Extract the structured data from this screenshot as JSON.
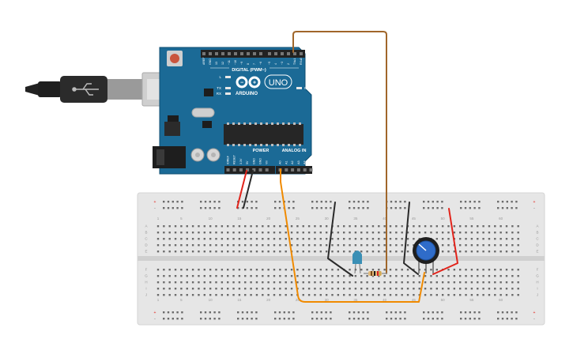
{
  "board": {
    "brand": "ARDUINO",
    "model": "UNO",
    "digital_header": "DIGITAL (PWM~)",
    "power_header": "POWER",
    "analog_header": "ANALOG IN",
    "on_label": "ON",
    "led_labels": [
      "L",
      "TX",
      "RX"
    ],
    "digital_pins": [
      "AREF",
      "GND",
      "13",
      "12",
      "~11",
      "~10",
      "~9",
      "8",
      "7",
      "~6",
      "~5",
      "4",
      "~3",
      "2",
      "TX▸1",
      "RX◂0"
    ],
    "power_pins": [
      "IOREF",
      "RESET",
      "3.3V",
      "5V",
      "GND",
      "GND",
      "Vin"
    ],
    "analog_pins": [
      "A0",
      "A1",
      "A2",
      "A3",
      "A4",
      "A5"
    ]
  },
  "breadboard": {
    "column_numbers": [
      "1",
      "5",
      "10",
      "15",
      "20",
      "25",
      "30",
      "35",
      "40",
      "45",
      "50",
      "55",
      "60"
    ],
    "row_letters_top": [
      "A",
      "B",
      "C",
      "D",
      "E"
    ],
    "row_letters_bottom": [
      "F",
      "G",
      "H",
      "I",
      "J"
    ],
    "rail_signs": [
      "+",
      "-"
    ]
  },
  "colors": {
    "board": "#1b6a96",
    "breadboard": "#e6e6e6",
    "wire_orange": "#f08a00",
    "wire_brown": "#a0662a",
    "wire_red": "#e2231a",
    "wire_black": "#2a2a2a",
    "led": "#3a8fb5",
    "pot": "#2f6cc9"
  }
}
